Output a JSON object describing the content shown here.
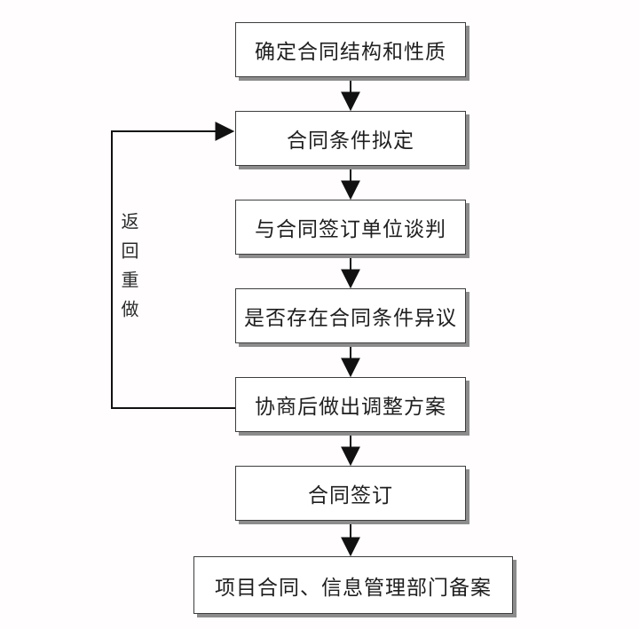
{
  "diagram": {
    "type": "flowchart",
    "background_color": "#fffdfd",
    "colors": {
      "node_fill": "#ffffff",
      "node_border": "#3d3d3d",
      "node_shadow": "#8c8c8c",
      "connector": "#111111",
      "text": "#1f1f1f"
    },
    "nodes": [
      {
        "id": "step-1",
        "label": "确定合同结构和性质"
      },
      {
        "id": "step-2",
        "label": "合同条件拟定"
      },
      {
        "id": "step-3",
        "label": "与合同签订单位谈判"
      },
      {
        "id": "step-4",
        "label": "是否存在合同条件异议"
      },
      {
        "id": "step-5",
        "label": "协商后做出调整方案"
      },
      {
        "id": "step-6",
        "label": "合同签订"
      },
      {
        "id": "step-7",
        "label": "项目合同、信息管理部门备案"
      }
    ],
    "edges": [
      {
        "from": "step-1",
        "to": "step-2",
        "type": "arrow-down"
      },
      {
        "from": "step-2",
        "to": "step-3",
        "type": "arrow-down"
      },
      {
        "from": "step-3",
        "to": "step-4",
        "type": "arrow-down"
      },
      {
        "from": "step-4",
        "to": "step-5",
        "type": "arrow-down"
      },
      {
        "from": "step-5",
        "to": "step-6",
        "type": "arrow-down"
      },
      {
        "from": "step-6",
        "to": "step-7",
        "type": "arrow-down"
      },
      {
        "from": "step-5",
        "to": "step-2",
        "type": "loop-back",
        "label": "返回重做"
      }
    ],
    "loop_label": "返回重做"
  }
}
